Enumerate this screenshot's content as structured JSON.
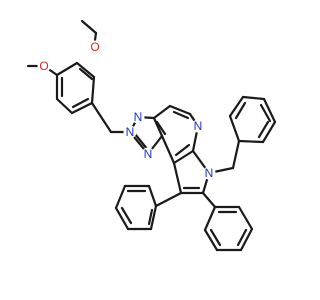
{
  "colors": {
    "bond": "#1a1a1a",
    "oxygen": "#e0281e",
    "nitrogen": "#2233cc",
    "background": "#ffffff"
  },
  "atom_labels": {
    "o_top": "O",
    "o_left": "O",
    "n_triazole_left": "N",
    "n_triazole_top": "N",
    "n_triazole_bottom": "N",
    "n_pyrimidine": "N",
    "n_pyrrole": "N"
  }
}
